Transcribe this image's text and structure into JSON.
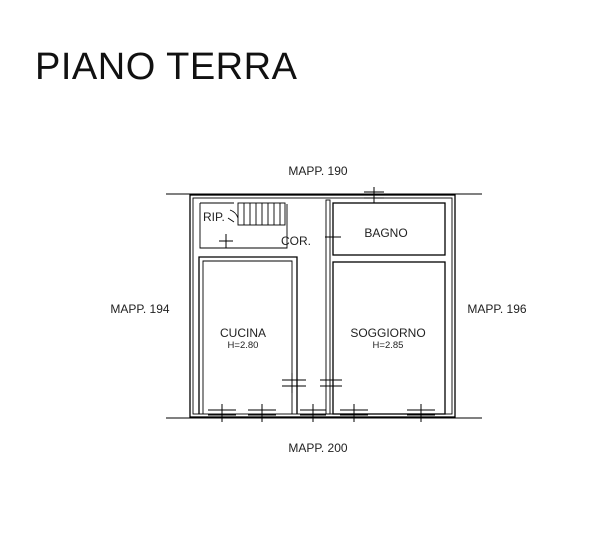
{
  "title": "PIANO TERRA",
  "neighbours": {
    "north": "MAPP. 190",
    "west": "MAPP. 194",
    "east": "MAPP. 196",
    "south": "MAPP. 200"
  },
  "rooms": {
    "rip": "RIP.",
    "cor": "COR.",
    "bagno": "BAGNO",
    "cucina": "CUCINA",
    "cucina_h": "H=2.80",
    "soggiorno": "SOGGIORNO",
    "soggiorno_h": "H=2.85"
  }
}
